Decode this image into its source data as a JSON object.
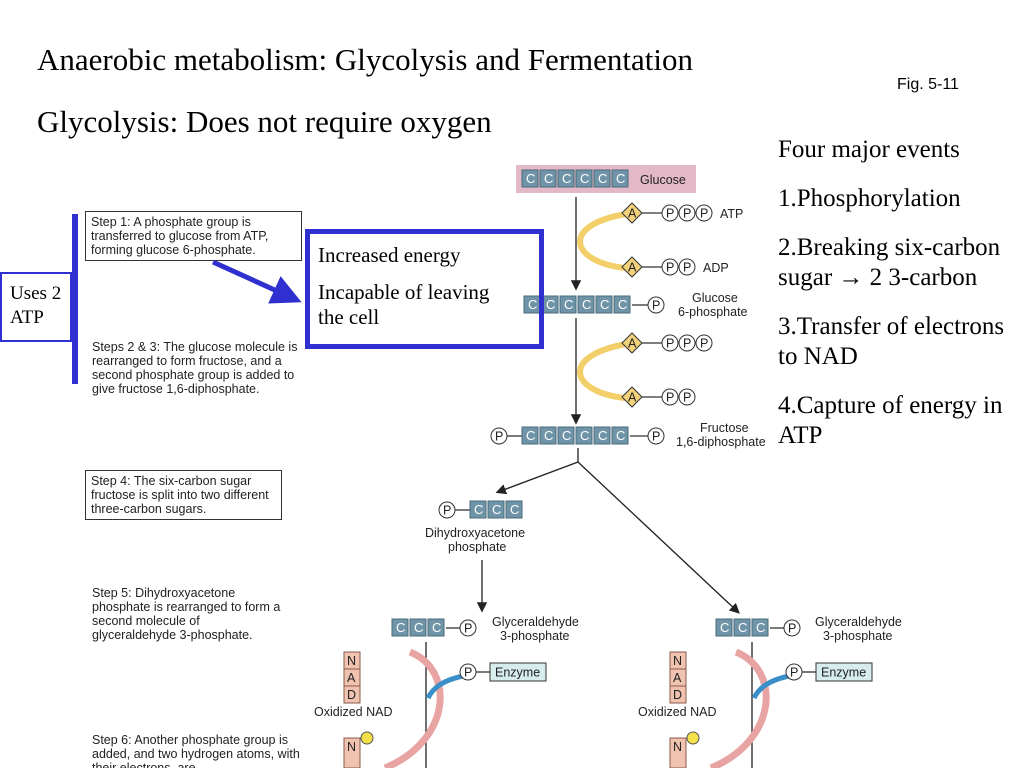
{
  "title": "Anaerobic metabolism: Glycolysis and Fermentation",
  "subtitle": "Glycolysis:  Does not require oxygen",
  "figure_ref": "Fig. 5-11",
  "events": {
    "heading": "Four major events",
    "items": [
      "1.Phosphorylation",
      "2.Breaking six-carbon sugar → 2 3-carbon",
      "3.Transfer of electrons to NAD",
      "4.Capture of energy in ATP"
    ]
  },
  "callout": {
    "line1": "Increased energy",
    "line2": "Incapable of leaving",
    "line3": "the cell"
  },
  "uses_atp": {
    "line1": "Uses 2",
    "line2": "ATP"
  },
  "steps": {
    "step1": "Step 1:  A phosphate group is transferred to glucose from ATP, forming glucose 6-phosphate.",
    "step23": "Steps 2 & 3:  The glucose molecule is rearranged to form fructose, and a second phosphate group is added to give fructose 1,6-diphosphate.",
    "step4": "Step 4:  The six-carbon sugar fructose is split into two different three-carbon sugars.",
    "step5": "Step 5:  Dihydroxyacetone phosphate is rearranged to form a second molecule of glyceraldehyde 3-phosphate.",
    "step6": "Step 6:  Another phosphate group is added, and two hydrogen atoms, with their electrons, are"
  },
  "diagram": {
    "carbon": "C",
    "phosphate": "P",
    "adenine": "A",
    "glucose": "Glucose",
    "atp": "ATP",
    "adp": "ADP",
    "glucose6p_1": "Glucose",
    "glucose6p_2": "6-phosphate",
    "fructose_1": "Fructose",
    "fructose_2": "1,6-diphosphate",
    "dhap_1": "Dihydroxyacetone",
    "dhap_2": "phosphate",
    "g3p_1": "Glyceraldehyde",
    "g3p_2": "3-phosphate",
    "enzyme": "Enzyme",
    "oxidized_nad": "Oxidized NAD",
    "nad_n": "N",
    "nad_a": "A",
    "nad_d": "D"
  },
  "colors": {
    "carbon_fill": "#6f94a8",
    "glucose_bg": "#e3b9c8",
    "adenine_fill": "#f1d27a",
    "nad_fill": "#f0c2b0",
    "enzyme_fill": "#d7ecec",
    "highlight_blue": "#3030d0",
    "curve_yellow": "#f3cf6a",
    "curve_pink": "#e8a3a3",
    "arrow_blue": "#3a8fc8"
  }
}
